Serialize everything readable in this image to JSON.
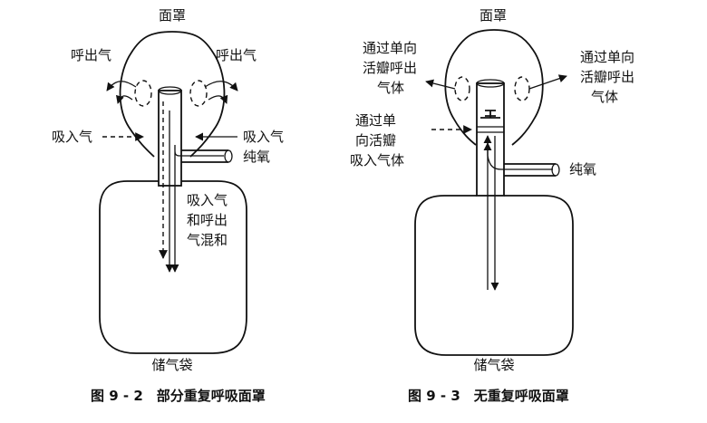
{
  "figure_left": {
    "mask_label": "面罩",
    "exhale_left": "呼出气",
    "exhale_right": "呼出气",
    "inhale_left": "吸入气",
    "inhale_right": "吸入气",
    "oxygen": "纯氧",
    "mixed_lines": [
      "吸入气",
      "和呼出",
      "气混和"
    ],
    "bag_label": "储气袋",
    "caption": "图 9 - 2　部分重复呼吸面罩"
  },
  "figure_right": {
    "mask_label": "面罩",
    "exhale_left_lines": [
      "通过单向",
      "活瓣呼出",
      "气体"
    ],
    "exhale_right_lines": [
      "通过单向",
      "活瓣呼出",
      "气体"
    ],
    "inhale_lines": [
      "通过单",
      "向活瓣",
      "吸入气体"
    ],
    "oxygen": "纯氧",
    "bag_label": "储气袋",
    "caption": "图 9 - 3　无重复呼吸面罩"
  }
}
